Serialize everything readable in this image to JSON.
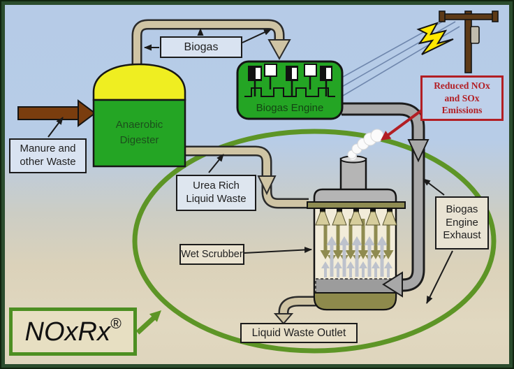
{
  "diagram": {
    "region_labels": {
      "manure": "Manure and\nother Waste",
      "biogas": "Biogas",
      "digester": "Anaerobic\nDigester",
      "engine": "Biogas Engine",
      "emissions": "Reduced NOx\nand SOx\nEmissions",
      "urea": "Urea Rich\nLiquid Waste",
      "wet_scrubber": "Wet Scrubber",
      "engine_exhaust": "Biogas\nEngine\nExhaust",
      "liquid_outlet": "Liquid Waste Outlet",
      "brand": "NOxRx",
      "registered_mark": "®"
    },
    "colors": {
      "sky_blue": "#b7cce7",
      "ground_tan": "#e0d7bf",
      "equipment_green": "#24a524",
      "dome_yellow": "#efee21",
      "pipe_tan": "#cfc4a4",
      "pipe_gray": "#a8a8a8",
      "boundary_green": "#5d9526",
      "alert_red": "#b21e24",
      "waste_brown": "#7a3d0e",
      "lightning_yellow": "#ffe800"
    },
    "icons": {
      "lightning": "lightning-bolt-icon",
      "utility_pole": "utility-pole-icon",
      "steam": "steam-puffs-icon"
    }
  }
}
